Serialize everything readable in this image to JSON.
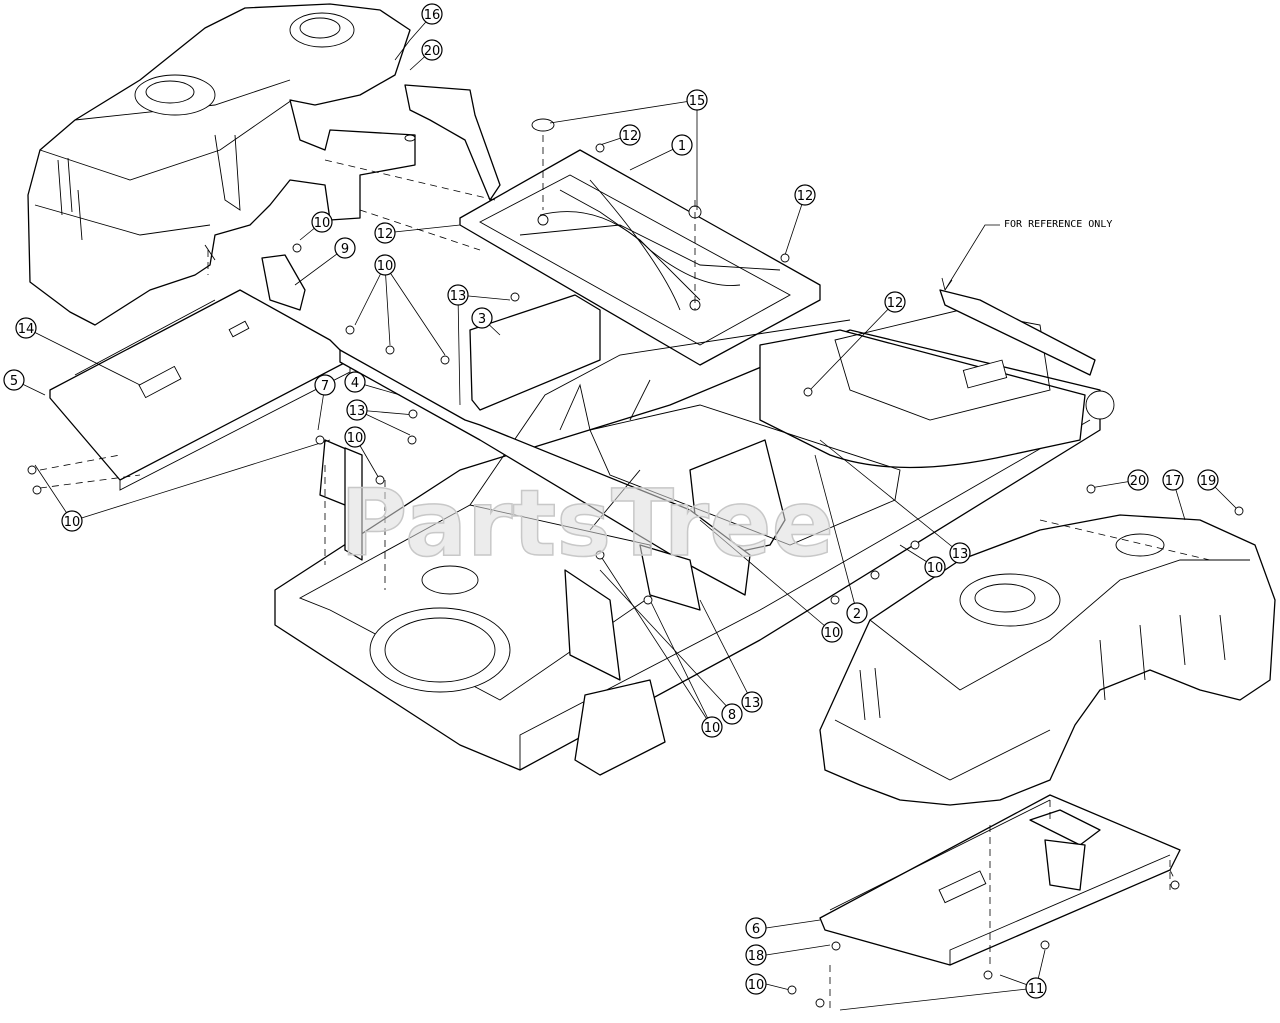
{
  "watermark": "PartsTree",
  "reference_note": "FOR REFERENCE ONLY",
  "callouts": [
    {
      "label": "16"
    },
    {
      "label": "20"
    },
    {
      "label": "15"
    },
    {
      "label": "12"
    },
    {
      "label": "1"
    },
    {
      "label": "12"
    },
    {
      "label": "12"
    },
    {
      "label": "10"
    },
    {
      "label": "9"
    },
    {
      "label": "10"
    },
    {
      "label": "13"
    },
    {
      "label": "3"
    },
    {
      "label": "12"
    },
    {
      "label": "14"
    },
    {
      "label": "5"
    },
    {
      "label": "4"
    },
    {
      "label": "7"
    },
    {
      "label": "13"
    },
    {
      "label": "10"
    },
    {
      "label": "10"
    },
    {
      "label": "13"
    },
    {
      "label": "10"
    },
    {
      "label": "2"
    },
    {
      "label": "10"
    },
    {
      "label": "20"
    },
    {
      "label": "17"
    },
    {
      "label": "19"
    },
    {
      "label": "10"
    },
    {
      "label": "8"
    },
    {
      "label": "13"
    },
    {
      "label": "6"
    },
    {
      "label": "18"
    },
    {
      "label": "10"
    },
    {
      "label": "11"
    }
  ]
}
